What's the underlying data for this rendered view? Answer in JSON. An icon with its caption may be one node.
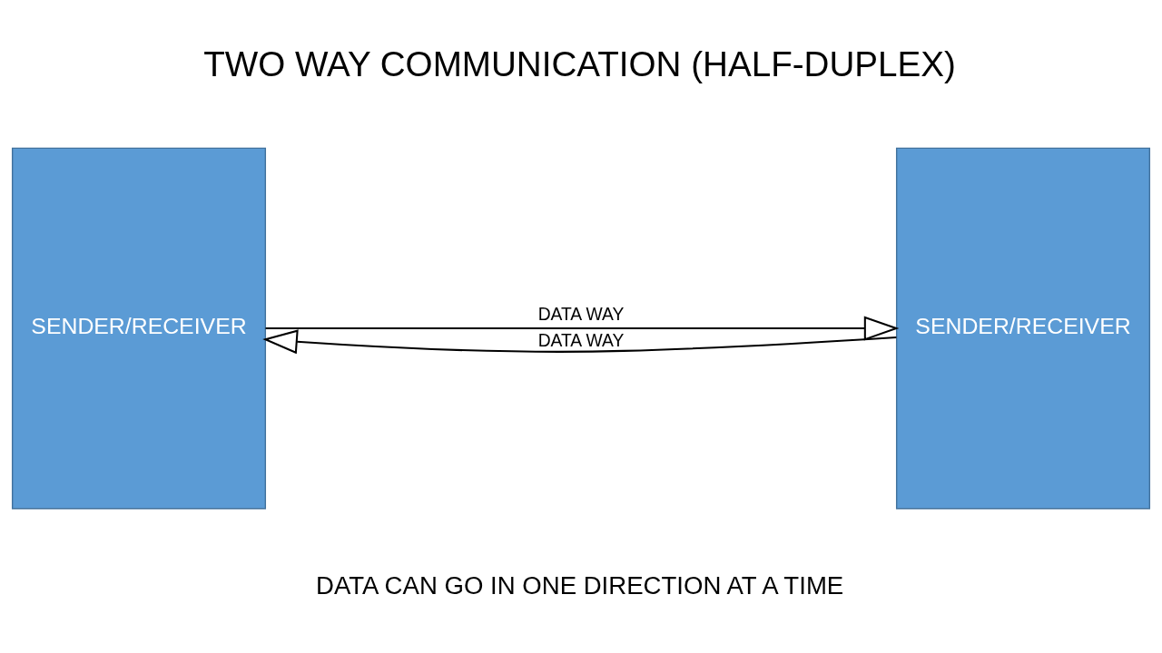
{
  "diagram": {
    "title": "TWO WAY COMMUNICATION (HALF-DUPLEX)",
    "caption": "DATA CAN GO IN ONE DIRECTION AT A TIME",
    "nodes": [
      {
        "text": [
          "SENDER/RECEIVER"
        ]
      },
      {
        "text": [
          "SENDER/RECEIVER"
        ]
      }
    ],
    "edges": [
      {
        "from": 0,
        "to": 1,
        "arrow": "to",
        "label": "DATA WAY"
      },
      {
        "from": 1,
        "to": 0,
        "arrow": "to",
        "label": "DATA WAY"
      }
    ]
  }
}
